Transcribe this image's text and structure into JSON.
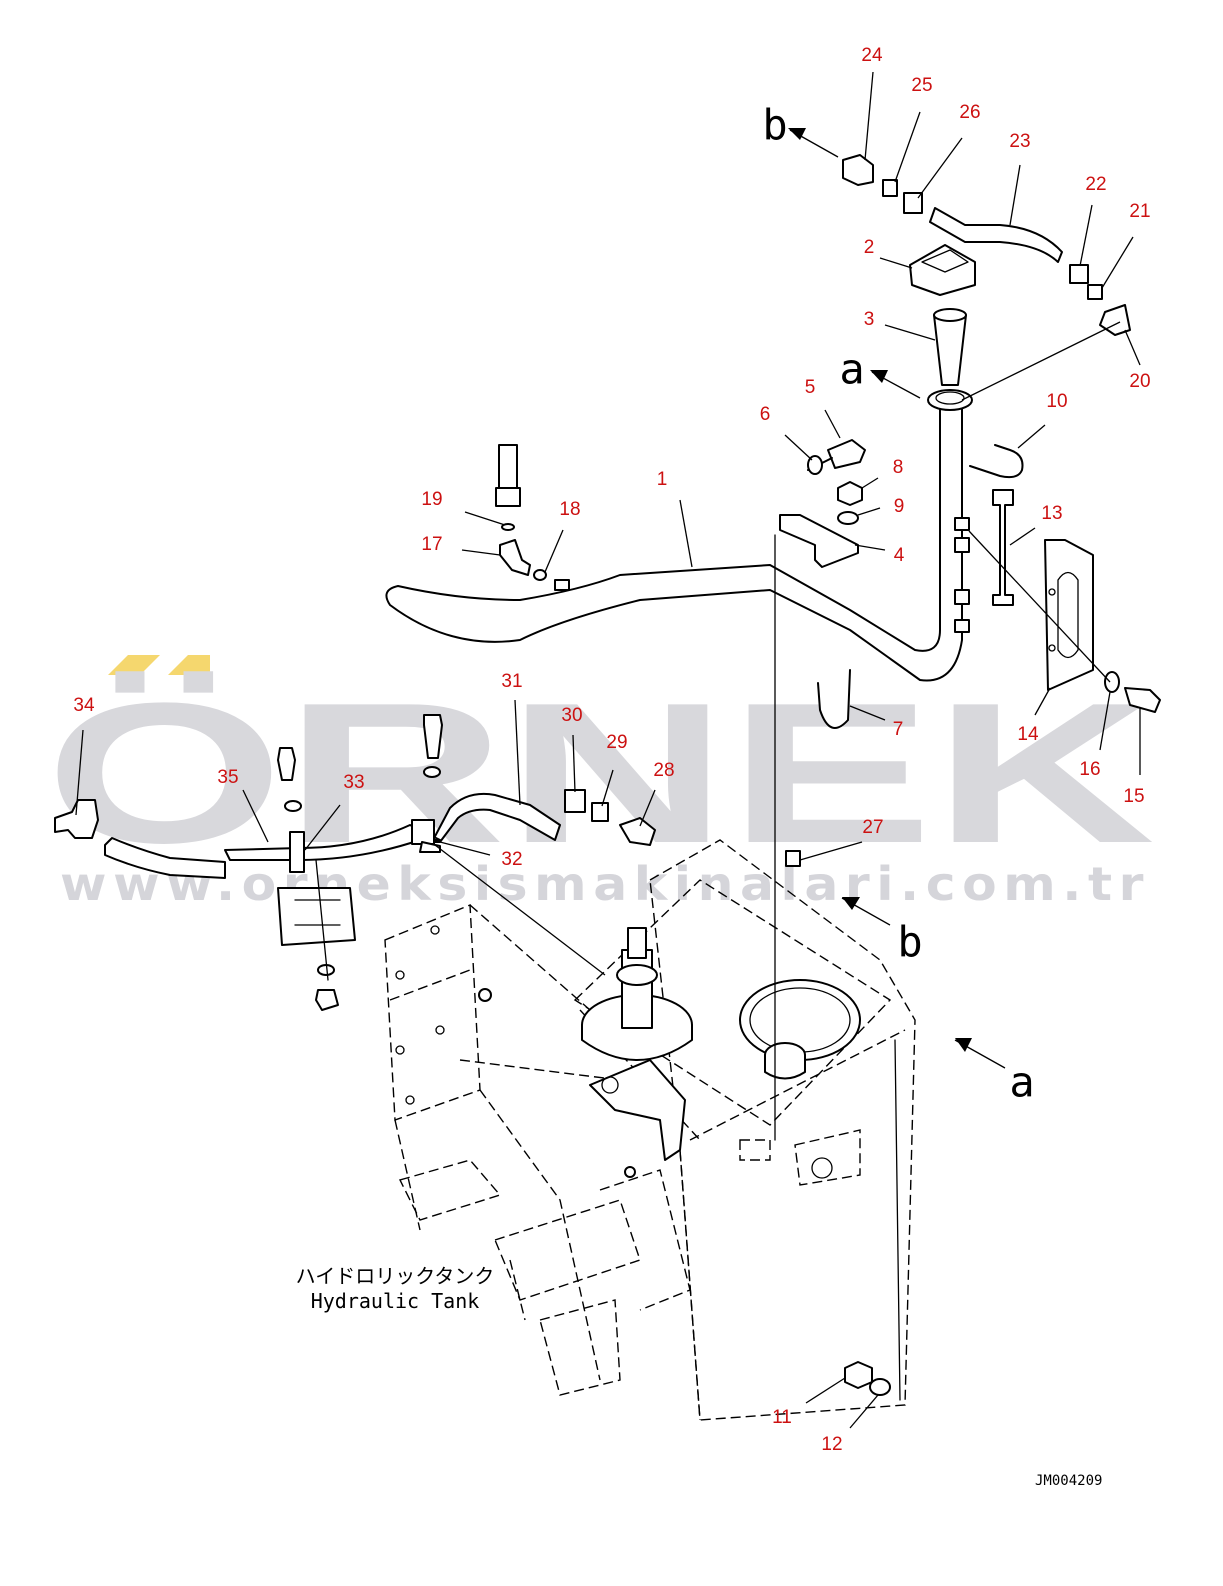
{
  "watermark": {
    "brand": "ÖRNEK",
    "url": "www.orneksismakinalari.com.tr",
    "brand_color": "#d8d8dc",
    "accent_color": "#f5d76e"
  },
  "tank_label": {
    "japanese": "ハイドロリックタンク",
    "english": "Hydraulic Tank"
  },
  "drawing_number": "JM004209",
  "reference_arrows": [
    {
      "label": "b",
      "id": "top-left-b"
    },
    {
      "label": "a",
      "id": "filler-a"
    },
    {
      "label": "b",
      "id": "tank-b"
    },
    {
      "label": "a",
      "id": "tank-a"
    }
  ],
  "callouts": [
    {
      "n": "1"
    },
    {
      "n": "2"
    },
    {
      "n": "3"
    },
    {
      "n": "4"
    },
    {
      "n": "5"
    },
    {
      "n": "6"
    },
    {
      "n": "7"
    },
    {
      "n": "8"
    },
    {
      "n": "9"
    },
    {
      "n": "10"
    },
    {
      "n": "11"
    },
    {
      "n": "12"
    },
    {
      "n": "13"
    },
    {
      "n": "14"
    },
    {
      "n": "15"
    },
    {
      "n": "16"
    },
    {
      "n": "17"
    },
    {
      "n": "18"
    },
    {
      "n": "19"
    },
    {
      "n": "20"
    },
    {
      "n": "21"
    },
    {
      "n": "22"
    },
    {
      "n": "23"
    },
    {
      "n": "24"
    },
    {
      "n": "25"
    },
    {
      "n": "26"
    },
    {
      "n": "27"
    },
    {
      "n": "28"
    },
    {
      "n": "29"
    },
    {
      "n": "30"
    },
    {
      "n": "31"
    },
    {
      "n": "32"
    },
    {
      "n": "33"
    },
    {
      "n": "34"
    },
    {
      "n": "35"
    }
  ],
  "colors": {
    "callout": "#cc1111",
    "line": "#000000",
    "background": "#ffffff"
  }
}
